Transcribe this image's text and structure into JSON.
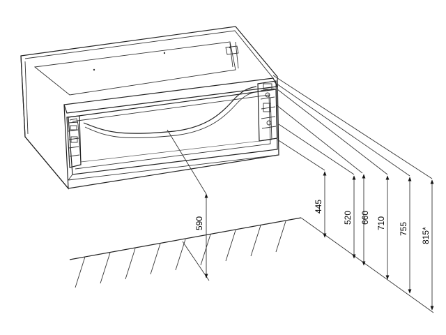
{
  "diagram": {
    "dimensions": [
      {
        "id": "floor-to-drawer",
        "label": "590"
      },
      {
        "id": "d445",
        "label": "445"
      },
      {
        "id": "d520",
        "label": "520"
      },
      {
        "id": "d660",
        "label": "660"
      },
      {
        "id": "d710",
        "label": "710"
      },
      {
        "id": "d755",
        "label": "755"
      },
      {
        "id": "d815",
        "label": "815*"
      }
    ]
  }
}
